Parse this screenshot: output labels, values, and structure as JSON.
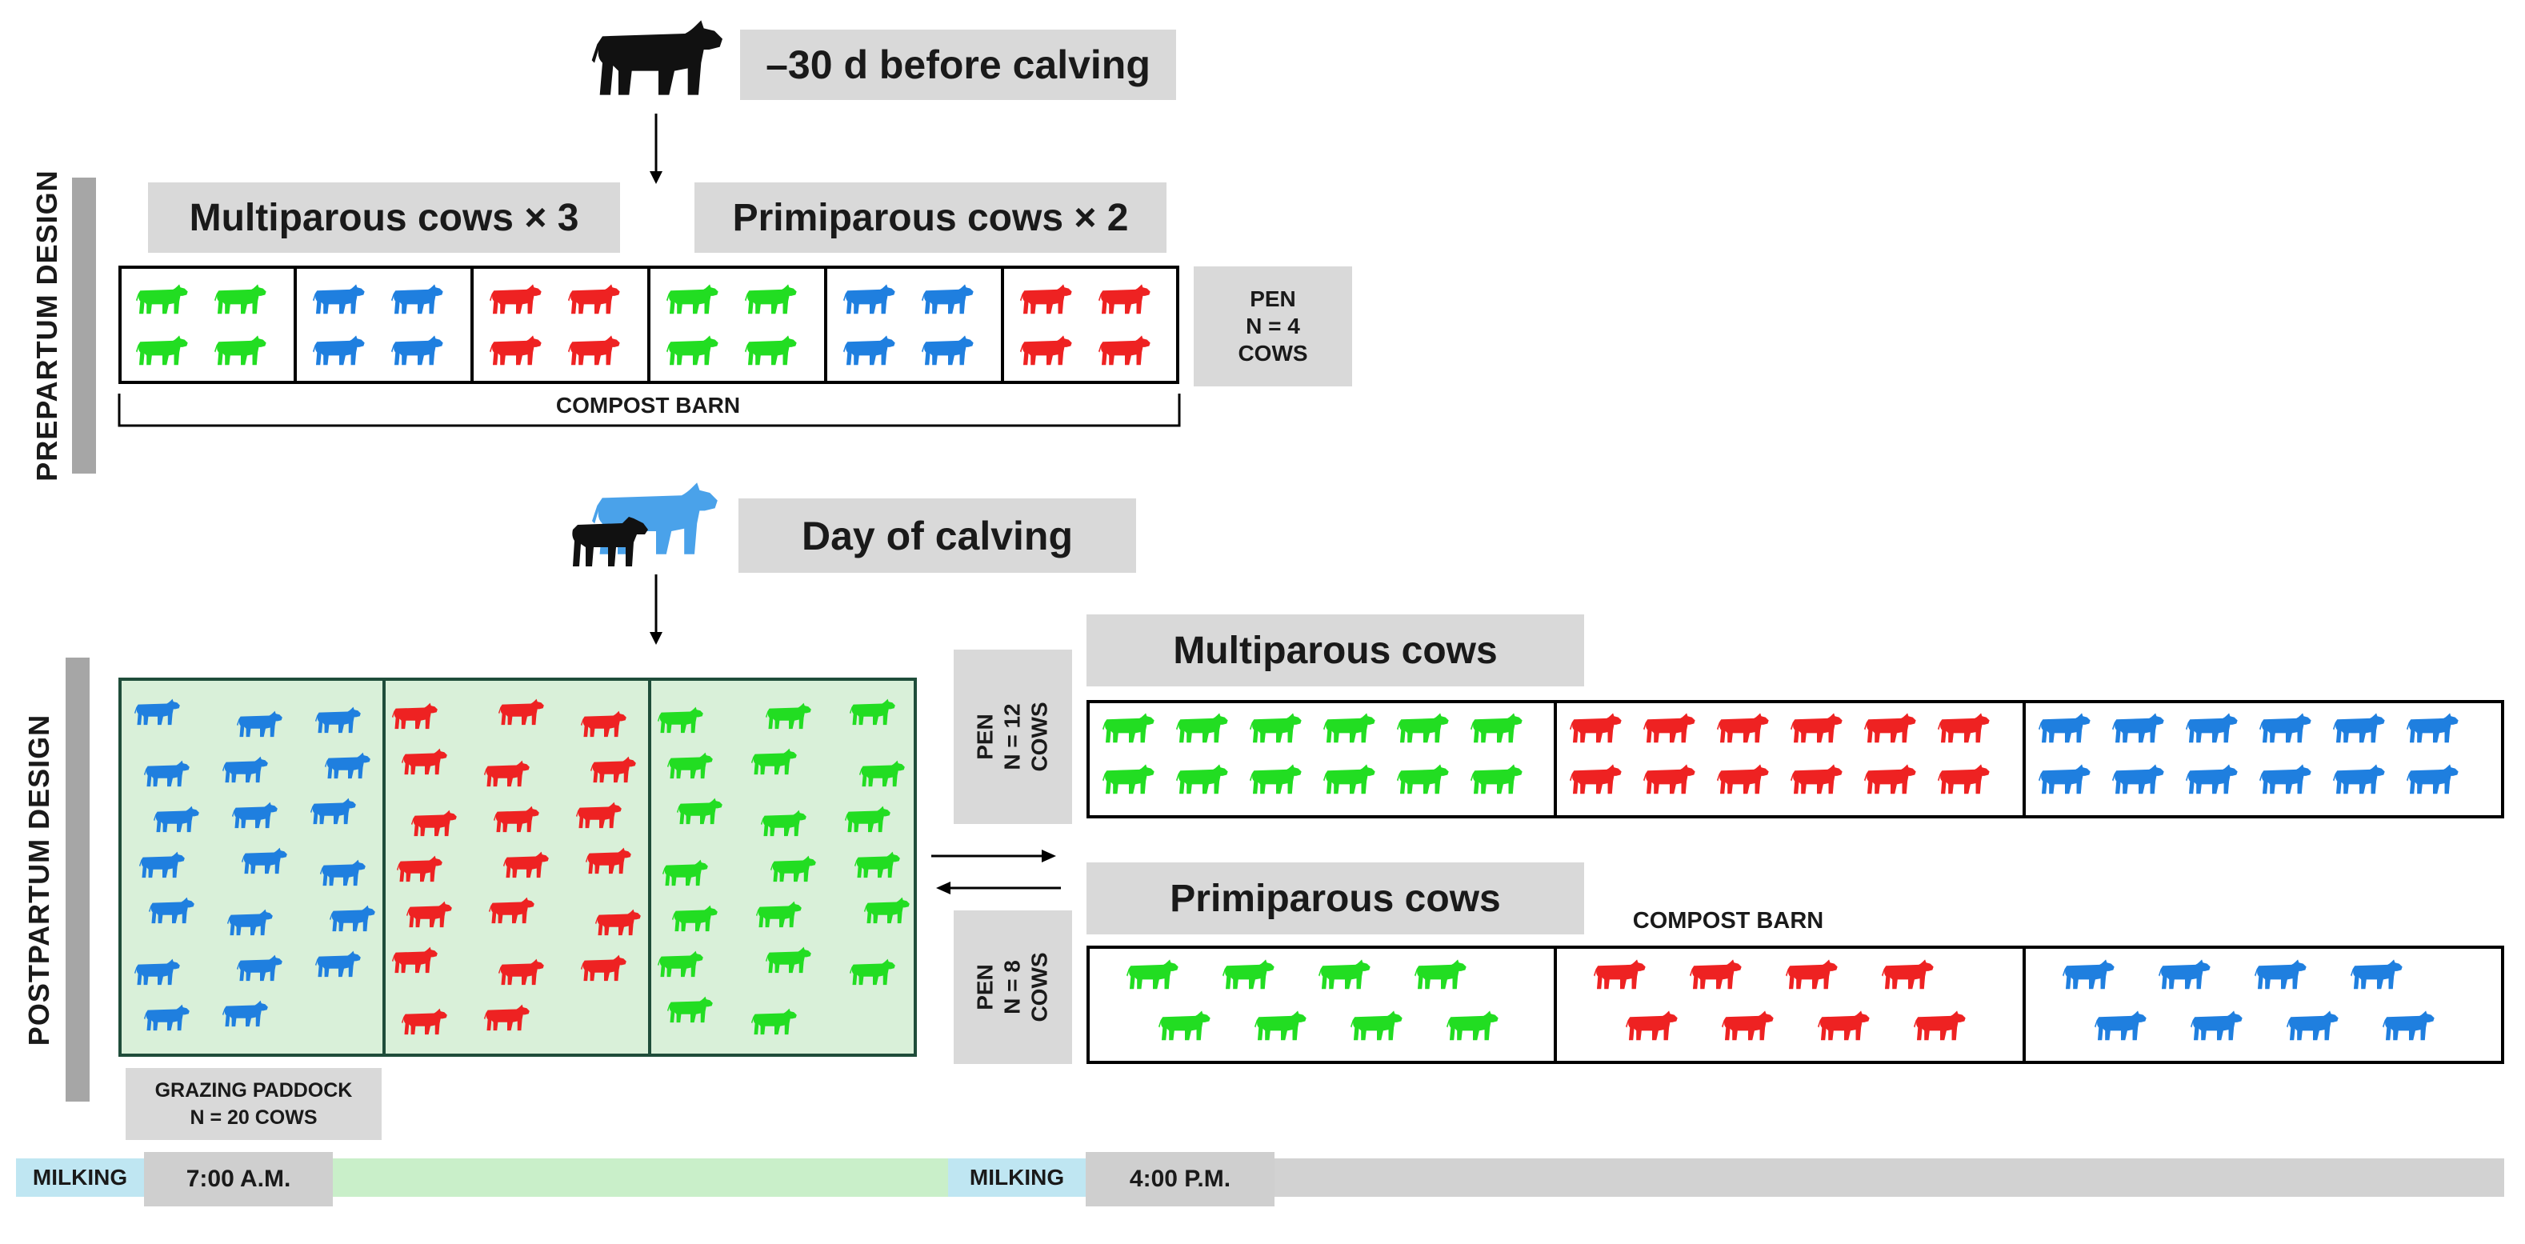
{
  "prepartum": {
    "section_label": "PREPARTUM DESIGN",
    "start_label": "–30 d before calving",
    "multiparous_label": "Multiparous cows × 3",
    "primiparous_label": "Primiparous cows × 2",
    "pen_label": [
      "PEN",
      "N = 4",
      "COWS"
    ],
    "barn_label": "COMPOST BARN",
    "pen_colors": [
      "green",
      "blue",
      "red",
      "green",
      "blue",
      "red"
    ]
  },
  "calving": {
    "label": "Day of calving"
  },
  "postpartum": {
    "section_label": "POSTPARTUM DESIGN",
    "paddock_label": [
      "GRAZING PADDOCK",
      "N = 20 COWS"
    ],
    "multiparous_label": "Multiparous cows",
    "primiparous_label": "Primiparous cows",
    "multi_pen_label": [
      "PEN",
      "N = 12",
      "COWS"
    ],
    "primi_pen_label": [
      "PEN",
      "N = 8",
      "COWS"
    ],
    "barn_label": "COMPOST BARN",
    "paddock_colors": [
      "blue",
      "red",
      "green"
    ],
    "multi_pen_colors": [
      "green",
      "red",
      "blue"
    ],
    "primi_pen_colors": [
      "green",
      "red",
      "blue"
    ]
  },
  "timeline": {
    "milking_1": "MILKING",
    "time_1": "7:00 A.M.",
    "milking_2": "MILKING",
    "time_2": "4:00 P.M."
  },
  "colors": {
    "green": "#22dd22",
    "blue": "#1f7fdf",
    "red": "#ee2222",
    "black": "#111111",
    "paddock_bg": "#d9f0d9",
    "paddock_border": "#1f4d3a",
    "label_bg": "#d9d9d9",
    "milking_bg": "#bfe6f2",
    "timeline_green": "#c9efc9",
    "timeline_grey": "#d2d2d2"
  }
}
